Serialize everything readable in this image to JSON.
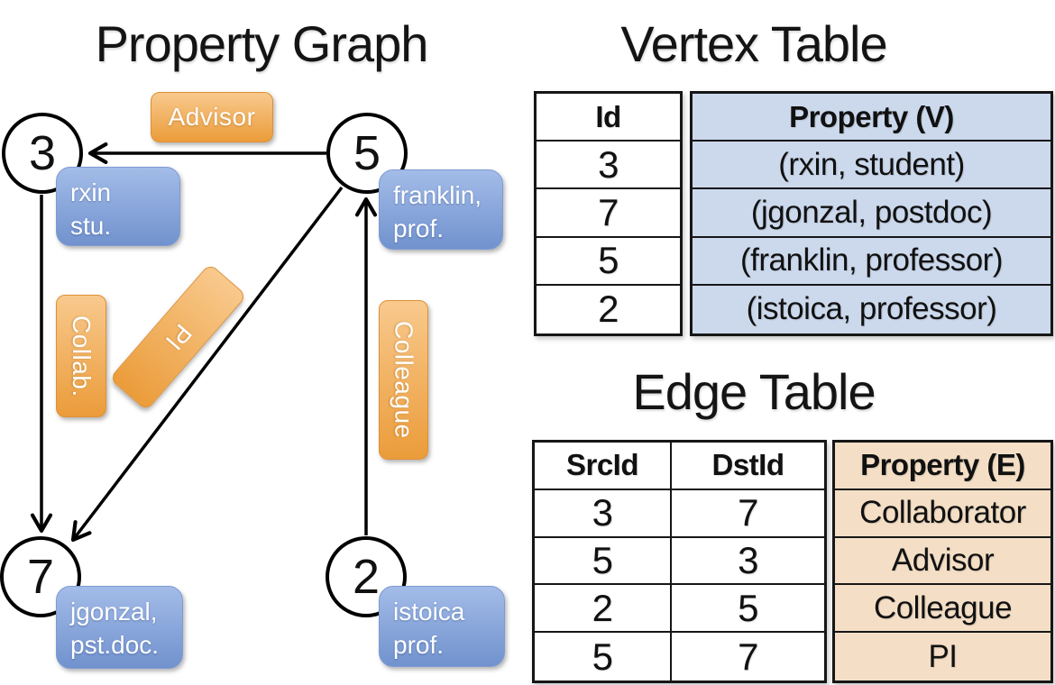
{
  "colors": {
    "edge_pill_top": "#f8c98d",
    "edge_pill_bottom": "#eb9c3a",
    "edge_pill_border": "#de9036",
    "vertex_pill_top": "#a3bce8",
    "vertex_pill_bottom": "#7192ce",
    "vertex_pill_border": "#7e9ad2",
    "table_v_fill": "#ccd9ed",
    "table_e_fill": "#f4dfc6",
    "line_color": "#000000"
  },
  "graph": {
    "title": "Property Graph",
    "vertices": [
      {
        "id": "3",
        "line1": "rxin",
        "line2": "stu."
      },
      {
        "id": "5",
        "line1": "franklin,",
        "line2": "prof."
      },
      {
        "id": "7",
        "line1": "jgonzal,",
        "line2": "pst.doc."
      },
      {
        "id": "2",
        "line1": "istoica",
        "line2": "prof."
      }
    ],
    "edge_labels": {
      "advisor": "Advisor",
      "collab": "Collab.",
      "pi": "PI",
      "colleague": "Colleague"
    }
  },
  "vertex_table": {
    "title": "Vertex Table",
    "columns": [
      "Id",
      "Property (V)"
    ],
    "rows": [
      [
        "3",
        "(rxin, student)"
      ],
      [
        "7",
        "(jgonzal, postdoc)"
      ],
      [
        "5",
        "(franklin, professor)"
      ],
      [
        "2",
        "(istoica, professor)"
      ]
    ]
  },
  "edge_table": {
    "title": "Edge Table",
    "columns": [
      "SrcId",
      "DstId",
      "Property (E)"
    ],
    "rows": [
      [
        "3",
        "7",
        "Collaborator"
      ],
      [
        "5",
        "3",
        "Advisor"
      ],
      [
        "2",
        "5",
        "Colleague"
      ],
      [
        "5",
        "7",
        "PI"
      ]
    ]
  }
}
